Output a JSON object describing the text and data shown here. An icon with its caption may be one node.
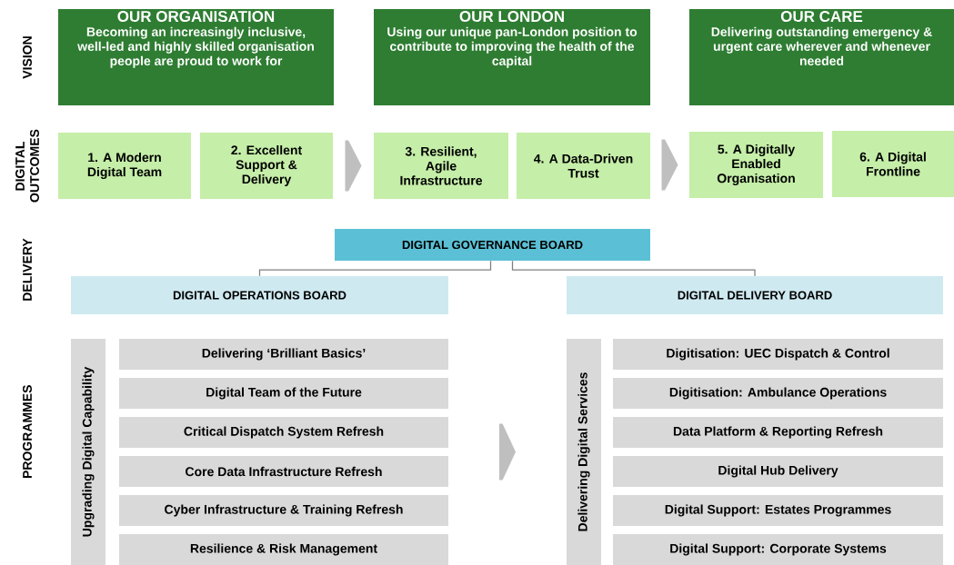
{
  "diagram": {
    "nodes": [
      {
        "text": [
          "OUR ORGANISATION",
          "Becoming an increasingly inclusive, well-led and highly skilled organisation people are proud to work for"
        ]
      },
      {
        "text": [
          "OUR LONDON",
          "Using our unique pan-London position to contribute to improving the health of the capital"
        ]
      },
      {
        "text": [
          "OUR CARE",
          "Delivering outstanding emergency & urgent care wherever and whenever needed"
        ]
      },
      {
        "text": [
          "1. A Modern Digital Team"
        ]
      },
      {
        "text": [
          "2. Excellent Support & Delivery"
        ]
      },
      {
        "text": [
          "3. Resilient, Agile Infrastructure"
        ]
      },
      {
        "text": [
          "4. A Data-Driven Trust"
        ]
      },
      {
        "text": [
          "5. A Digitally Enabled Organisation"
        ]
      },
      {
        "text": [
          "6. A Digital Frontline"
        ]
      },
      {
        "text": [
          "DIGITAL GOVERNANCE BOARD"
        ]
      },
      {
        "text": [
          "DIGITAL OPERATIONS BOARD"
        ]
      },
      {
        "text": [
          "DIGITAL DELIVERY BOARD"
        ]
      },
      {
        "text": [
          "Upgrading Digital Capability"
        ]
      },
      {
        "text": [
          "Delivering ‘Brilliant Basics’"
        ]
      },
      {
        "text": [
          "Digital Team of the Future"
        ]
      },
      {
        "text": [
          "Critical Dispatch System Refresh"
        ]
      },
      {
        "text": [
          "Core Data Infrastructure Refresh"
        ]
      },
      {
        "text": [
          "Cyber Infrastructure & Training Refresh"
        ]
      },
      {
        "text": [
          "Resilience & Risk Management"
        ]
      },
      {
        "text": [
          "Delivering Digital Services"
        ]
      },
      {
        "text": [
          "Digitisation: UEC Dispatch & Control"
        ]
      },
      {
        "text": [
          "Digitisation: Ambulance Operations"
        ]
      },
      {
        "text": [
          "Data Platform & Reporting Refresh"
        ]
      },
      {
        "text": [
          "Digital Hub Delivery"
        ]
      },
      {
        "text": [
          "Digital Support: Estates Programmes"
        ]
      },
      {
        "text": [
          "Digital Support: Corporate Systems"
        ]
      }
    ],
    "edges": [
      {
        "from": 4,
        "to": 5,
        "arrow": "to"
      },
      {
        "from": 6,
        "to": 7,
        "arrow": "to"
      },
      {
        "from": 9,
        "to": 10,
        "arrow": "none"
      },
      {
        "from": 9,
        "to": 11,
        "arrow": "none"
      },
      {
        "from": 15,
        "to": 19,
        "arrow": "to"
      }
    ],
    "labels": [
      "VISION",
      "DIGITAL OUTCOMES",
      "DELIVERY",
      "PROGRAMMES"
    ]
  }
}
